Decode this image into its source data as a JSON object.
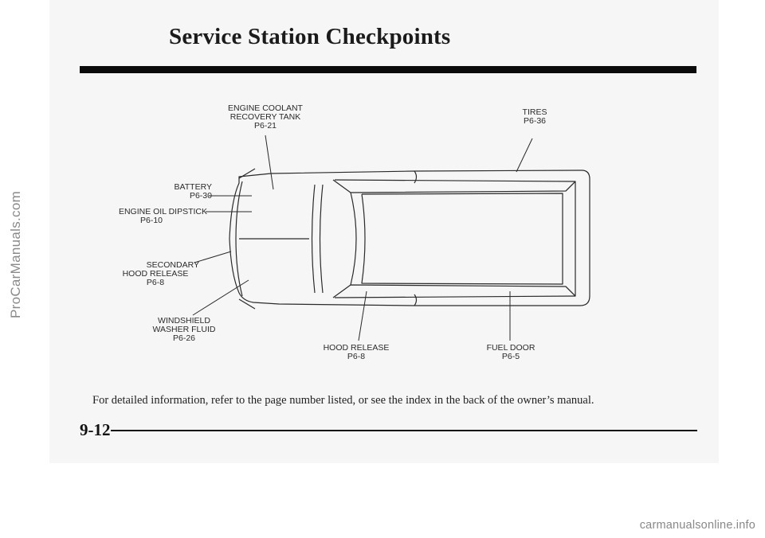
{
  "page": {
    "title": "Service Station Checkpoints",
    "footnote": "For detailed information, refer to the page number listed, or see the index in the back of the owner’s manual.",
    "page_number": "9-12"
  },
  "watermarks": {
    "side": "ProCarManuals.com",
    "bottom": "carmanualsonline.info"
  },
  "callouts": {
    "coolant": {
      "lines": [
        "ENGINE COOLANT",
        "RECOVERY TANK",
        "P6-21"
      ]
    },
    "tires": {
      "lines": [
        "TIRES",
        "P6-36"
      ]
    },
    "battery": {
      "lines": [
        "BATTERY",
        "P6-30"
      ]
    },
    "dipstick": {
      "lines": [
        "ENGINE OIL DIPSTICK",
        "P6-10"
      ]
    },
    "secondary": {
      "lines": [
        "SECONDARY",
        "HOOD RELEASE",
        "P6-8"
      ]
    },
    "washer": {
      "lines": [
        "WINDSHIELD",
        "WASHER FLUID",
        "P6-26"
      ]
    },
    "hood": {
      "lines": [
        "HOOD RELEASE",
        "P6-8"
      ]
    },
    "fuel": {
      "lines": [
        "FUEL DOOR",
        "P6-5"
      ]
    }
  },
  "colors": {
    "panel": "#f6f6f7",
    "ink": "#1b1b1b"
  }
}
